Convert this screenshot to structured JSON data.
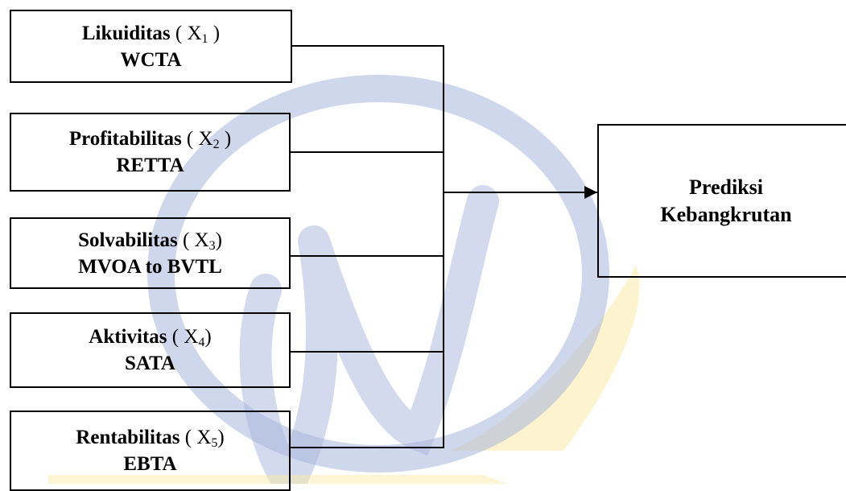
{
  "diagram": {
    "inputs": [
      {
        "name": "Likuiditas",
        "var": "X",
        "sub": "1",
        "close": " )",
        "indicator": "WCTA"
      },
      {
        "name": "Profitabilitas",
        "var": "X",
        "sub": "2",
        "close": " )",
        "indicator": "RETTA"
      },
      {
        "name": "Solvabilitas",
        "var": "X",
        "sub": "3",
        "close": ")",
        "indicator": "MVOA to BVTL"
      },
      {
        "name": "Aktivitas",
        "var": "X",
        "sub": "4",
        "close": ")",
        "indicator": "SATA"
      },
      {
        "name": "Rentabilitas",
        "var": "X",
        "sub": "5",
        "close": ")",
        "indicator": "EBTA"
      }
    ],
    "output": {
      "line1": "Prediksi",
      "line2": "Kebangkrutan"
    },
    "colors": {
      "stroke": "#000000",
      "watermark_blue": "#2d4fa1",
      "watermark_gold": "#f2c417"
    },
    "watermark_icon": "university-logo-watermark"
  }
}
